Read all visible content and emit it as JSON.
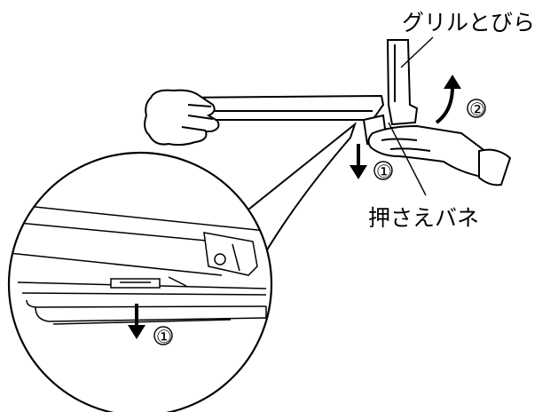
{
  "labels": {
    "grill_door": "グリルとびら",
    "spring": "押さえバネ",
    "step1_top": "①",
    "step2": "②",
    "step1_zoom": "①"
  },
  "icons": {
    "down_arrow": "arrow-down-icon",
    "curved_up_arrow": "curved-arrow-up-icon"
  },
  "colors": {
    "ink": "#000000",
    "paper": "#ffffff"
  }
}
